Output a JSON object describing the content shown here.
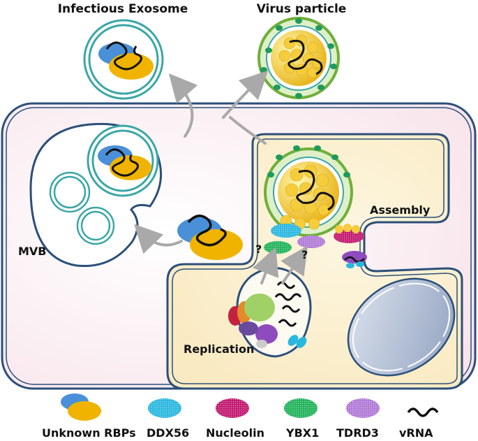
{
  "titles": {
    "exosome": "Infectious Exosome",
    "virus": "Virus particle"
  },
  "compartments": {
    "mvb": "MVB",
    "assembly": "Assembly",
    "replication": "Replication"
  },
  "unknown_marks": [
    "?",
    "?"
  ],
  "legend": [
    {
      "label": "Unknown RBPs",
      "icon": "unknown-rbps-icon",
      "colors": [
        "#4a90d9",
        "#f0b400"
      ]
    },
    {
      "label": "DDX56",
      "icon": "ddx56-icon",
      "color": "#2ab7df"
    },
    {
      "label": "Nucleolin",
      "icon": "nucleolin-icon",
      "color": "#c2186f"
    },
    {
      "label": "YBX1",
      "icon": "ybx1-icon",
      "color": "#22b35a"
    },
    {
      "label": "TDRD3",
      "icon": "tdrd3-icon",
      "color": "#b07ad6"
    },
    {
      "label": "vRNA",
      "icon": "vrna-icon",
      "color": "#111111"
    }
  ],
  "colors": {
    "membrane": "#2b4f7a",
    "exosome_ring": "#3aa6a6",
    "capsid": "#f5cc3c",
    "envelope": "#6fae3a",
    "cell_fill": "#fbeff2",
    "arrow": "#a9a9a9"
  }
}
